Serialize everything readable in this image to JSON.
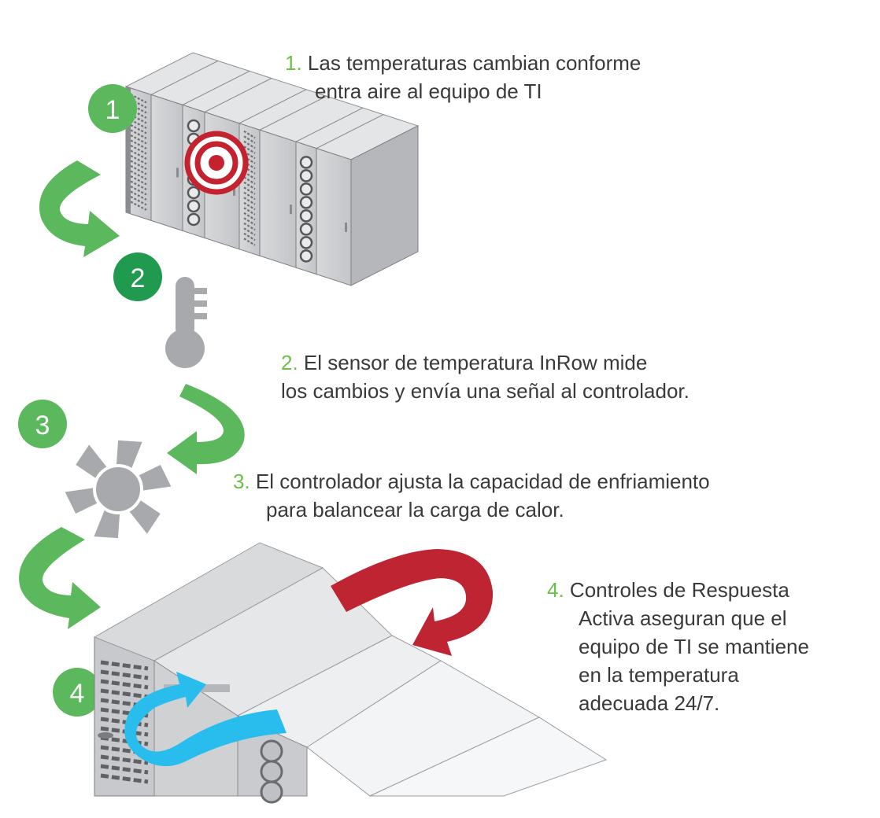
{
  "colors": {
    "green": "#5cb85c",
    "dark_green": "#1f9a4f",
    "red": "#bf2433",
    "blue": "#29bdee",
    "gray": "#a7a9ac",
    "text": "#3a3a3a",
    "step_number": "#6cc04a"
  },
  "badges": [
    "1",
    "2",
    "3",
    "4"
  ],
  "icons": [
    "server-racks",
    "target",
    "thermometer",
    "fan",
    "cooling-units"
  ],
  "steps": [
    {
      "number": "1.",
      "lines": [
        "Las temperaturas cambian conforme",
        "entra aire al equipo de TI"
      ]
    },
    {
      "number": "2.",
      "lines": [
        "El sensor de temperatura InRow mide",
        "los cambios y envía una señal al controlador."
      ]
    },
    {
      "number": "3.",
      "lines": [
        "El controlador ajusta la capacidad de enfriamiento",
        "para balancear la carga de calor."
      ]
    },
    {
      "number": "4.",
      "lines": [
        "Controles de Respuesta",
        "Activa aseguran que el",
        "equipo de TI se mantiene",
        "en la temperatura",
        "adecuada 24/7."
      ]
    }
  ]
}
